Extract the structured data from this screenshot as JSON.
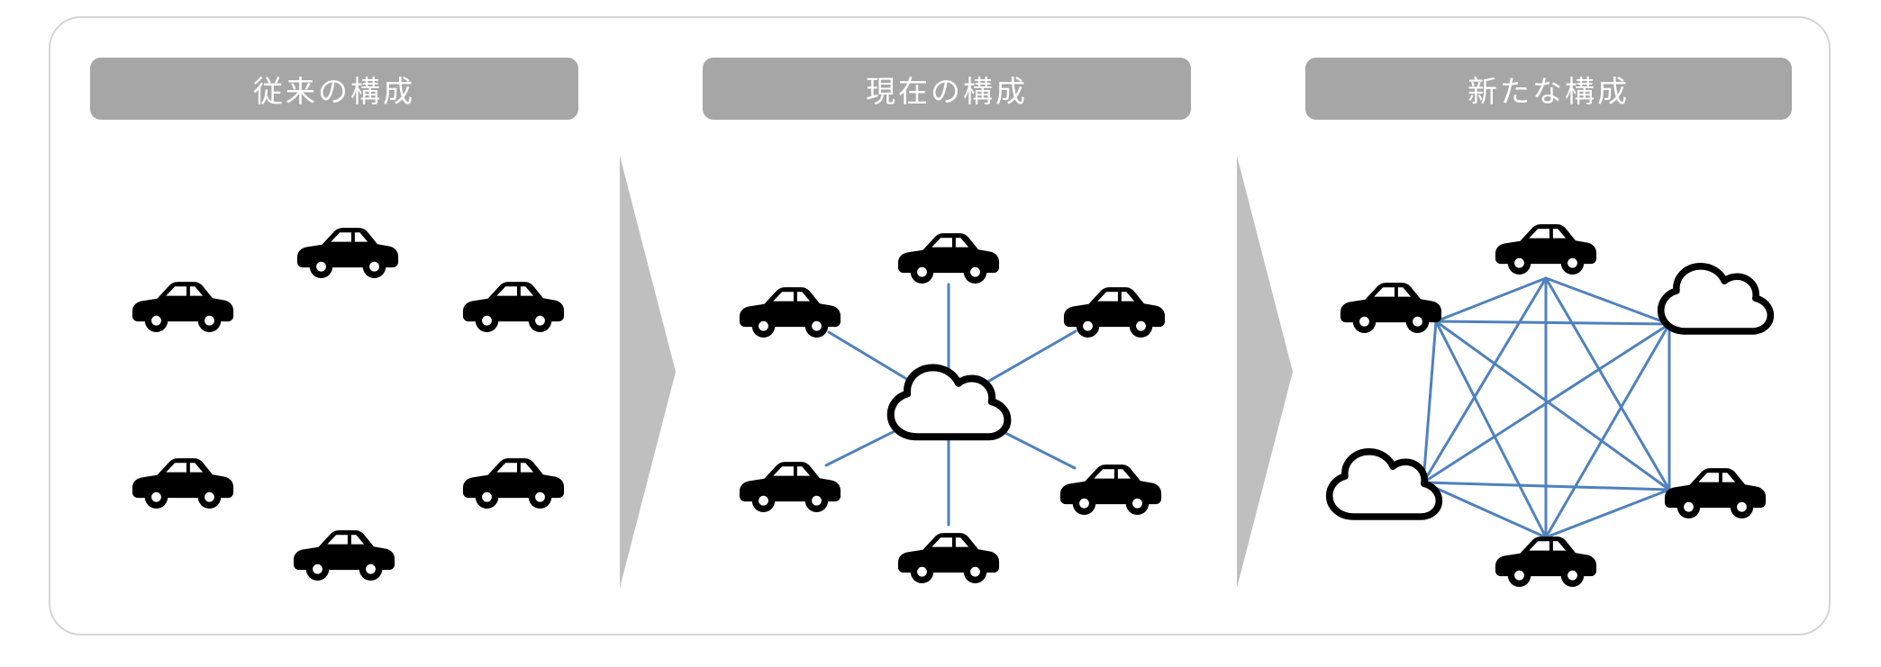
{
  "page": {
    "type": "diagram-slide",
    "background": "#ffffff"
  },
  "diagram": {
    "panels": [
      {
        "title": "従来の構成",
        "nodes": [
          "car",
          "car",
          "car",
          "car",
          "car",
          "car"
        ],
        "connections": "none"
      },
      {
        "title": "現在の構成",
        "nodes": [
          "car",
          "car",
          "car",
          "car",
          "car",
          "car",
          "cloud"
        ],
        "connections": "hub-and-spoke"
      },
      {
        "title": "新たな構成",
        "nodes": [
          "car",
          "car",
          "car",
          "car",
          "cloud",
          "cloud"
        ],
        "connections": "full-mesh"
      }
    ],
    "arrows": [
      {
        "direction": "right"
      },
      {
        "direction": "right"
      }
    ],
    "colors": {
      "header_background": "#a6a6a6",
      "header_text": "#ffffff",
      "connection_line": "#4f81bd",
      "arrow_fill": "#bfbfbf",
      "frame_border": "#d5d5d5",
      "icon_color": "#000000"
    }
  }
}
